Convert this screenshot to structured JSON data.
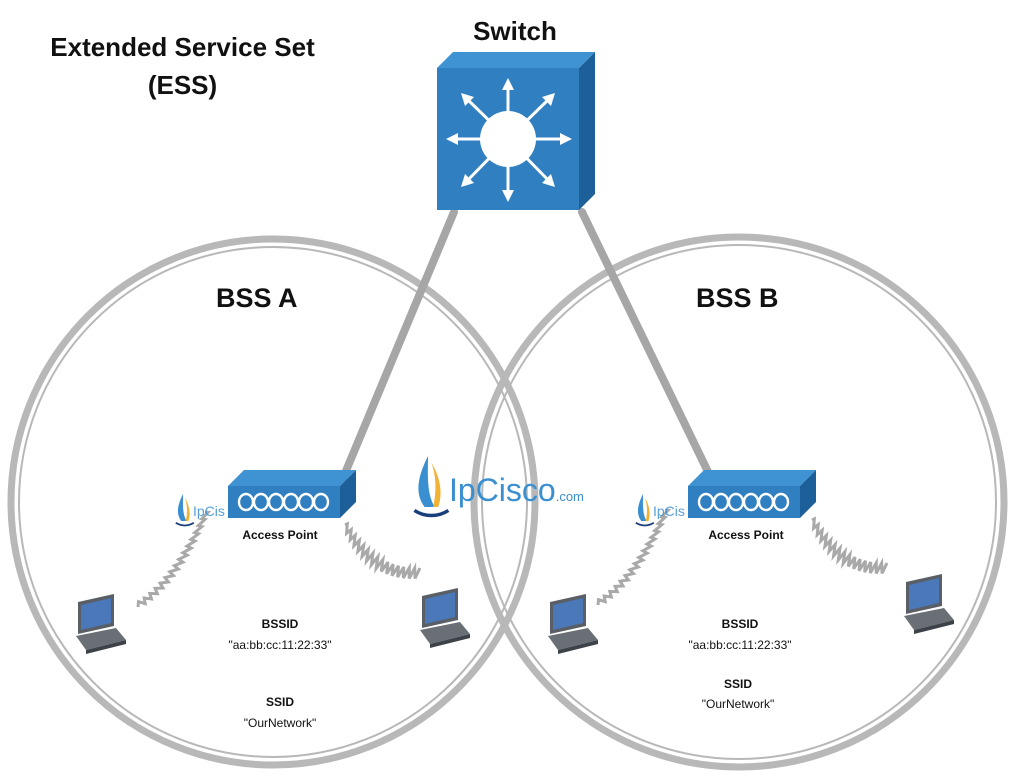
{
  "title": {
    "line1": "Extended Service Set",
    "line2": "(ESS)"
  },
  "switch": {
    "label": "Switch",
    "icon": "switch-icon"
  },
  "bss": [
    {
      "name": "BSS A",
      "ap_label": "Access Point",
      "bssid_label": "BSSID",
      "bssid_value": "\"aa:bb:cc:11:22:33\"",
      "ssid_label": "SSID",
      "ssid_value": "\"OurNetwork\""
    },
    {
      "name": "BSS B",
      "ap_label": "Access Point",
      "bssid_label": "BSSID",
      "bssid_value": "\"aa:bb:cc:11:22:33\"",
      "ssid_label": "SSID",
      "ssid_value": "\"OurNetwork\""
    }
  ],
  "watermark": {
    "brand": "IpCisco",
    "domain": ".com",
    "short": "IpCis"
  },
  "colors": {
    "switch_face": "#2f7fc1",
    "switch_top": "#3f93d3",
    "switch_side": "#1d5f98",
    "link": "#a6a6a6",
    "ring": "#b8b8b8",
    "brand": "#3a8fd0"
  }
}
